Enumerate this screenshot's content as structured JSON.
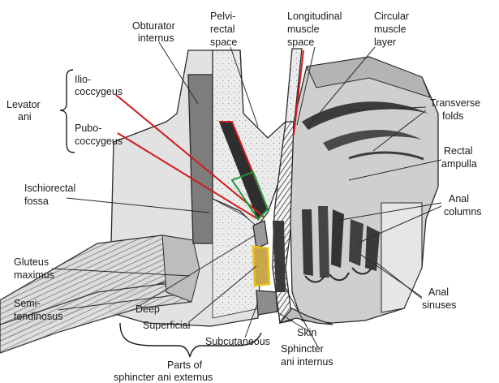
{
  "labels": {
    "obturator": [
      "Obturator",
      "internus"
    ],
    "pelvirectal": [
      "Pelvi-",
      "rectal",
      "space"
    ],
    "longitudinal": [
      "Longitudinal",
      "muscle",
      "space"
    ],
    "circular": [
      "Circular",
      "muscle",
      "layer"
    ],
    "levator": [
      "Levator",
      "ani"
    ],
    "ilio": [
      "Ilio-",
      "coccygeus"
    ],
    "pubo": [
      "Pubo-",
      "coccygeus"
    ],
    "transverse": [
      "Transverse",
      "folds"
    ],
    "rectal_ampulla": [
      "Rectal",
      "ampulla"
    ],
    "ischiorectal": [
      "Ischiorectal",
      "fossa"
    ],
    "anal_columns": [
      "Anal",
      "columns"
    ],
    "gluteus": [
      "Gluteus",
      "maximus"
    ],
    "semitendinosus": [
      "Semi-",
      "tendinosus"
    ],
    "anal_sinuses": [
      "Anal",
      "sinuses"
    ],
    "deep": "Deep",
    "superficial": "Superficial",
    "subcutaneous": "Subcutaneous",
    "skin": "Skin",
    "sphincter_internus": [
      "Sphincter",
      "ani internus"
    ],
    "parts_external": [
      "Parts of",
      "sphincter ani externus"
    ]
  },
  "colors": {
    "annotation_red": "#d01c1c",
    "annotation_green": "#1f9a3a",
    "annotation_yellow": "#e8c21a",
    "muscle_dark": "#6e6e6e",
    "tissue_light": "#d4d4d4"
  }
}
